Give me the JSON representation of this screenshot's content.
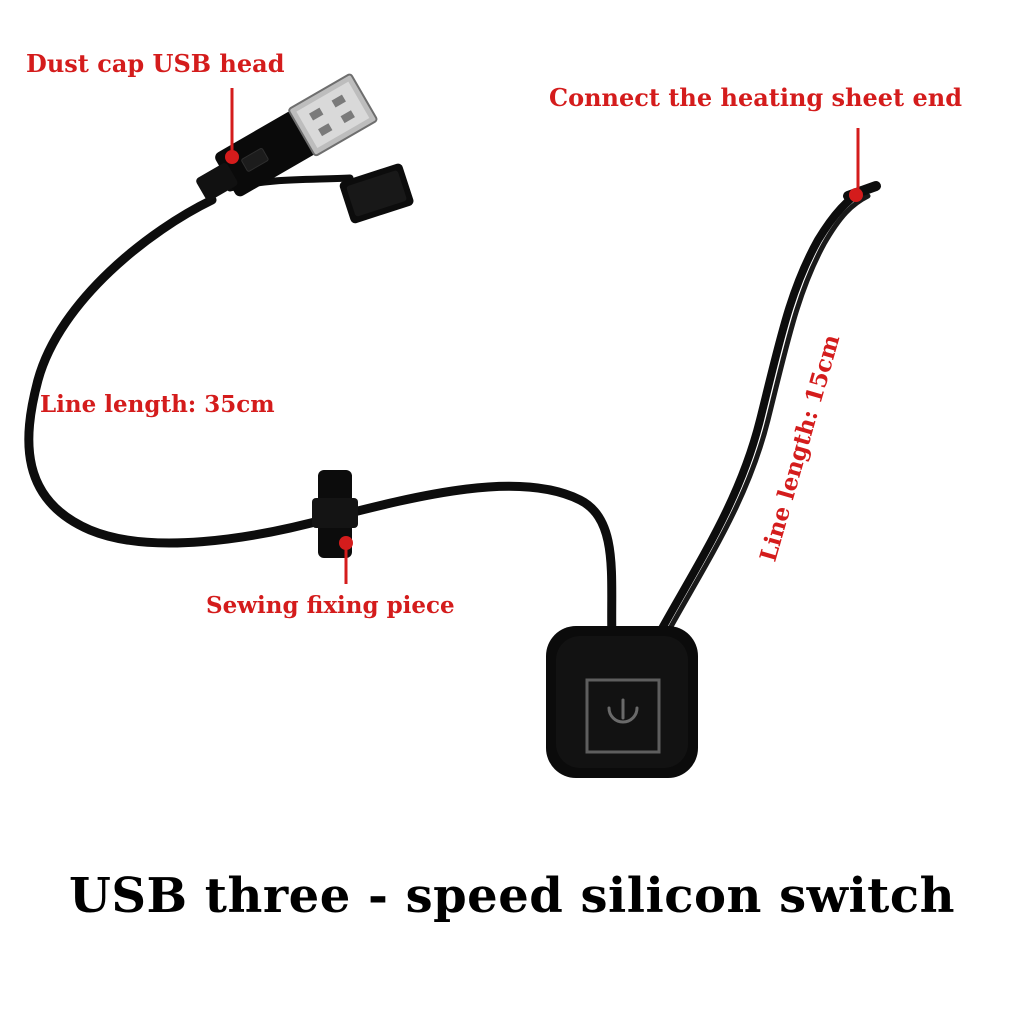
{
  "labels": {
    "dust_cap": "Dust cap USB head",
    "connect_end": "Connect the heating sheet end",
    "line_length_35": "Line length: 35cm",
    "sewing_piece": "Sewing fixing piece",
    "line_length_15": "Line length: 15cm"
  },
  "caption": "USB three - speed silicon switch",
  "colors": {
    "annotation": "#d41c1c",
    "cable": "#0d0d0d",
    "background": "#ffffff"
  },
  "icons": {
    "switch": "power-icon"
  }
}
